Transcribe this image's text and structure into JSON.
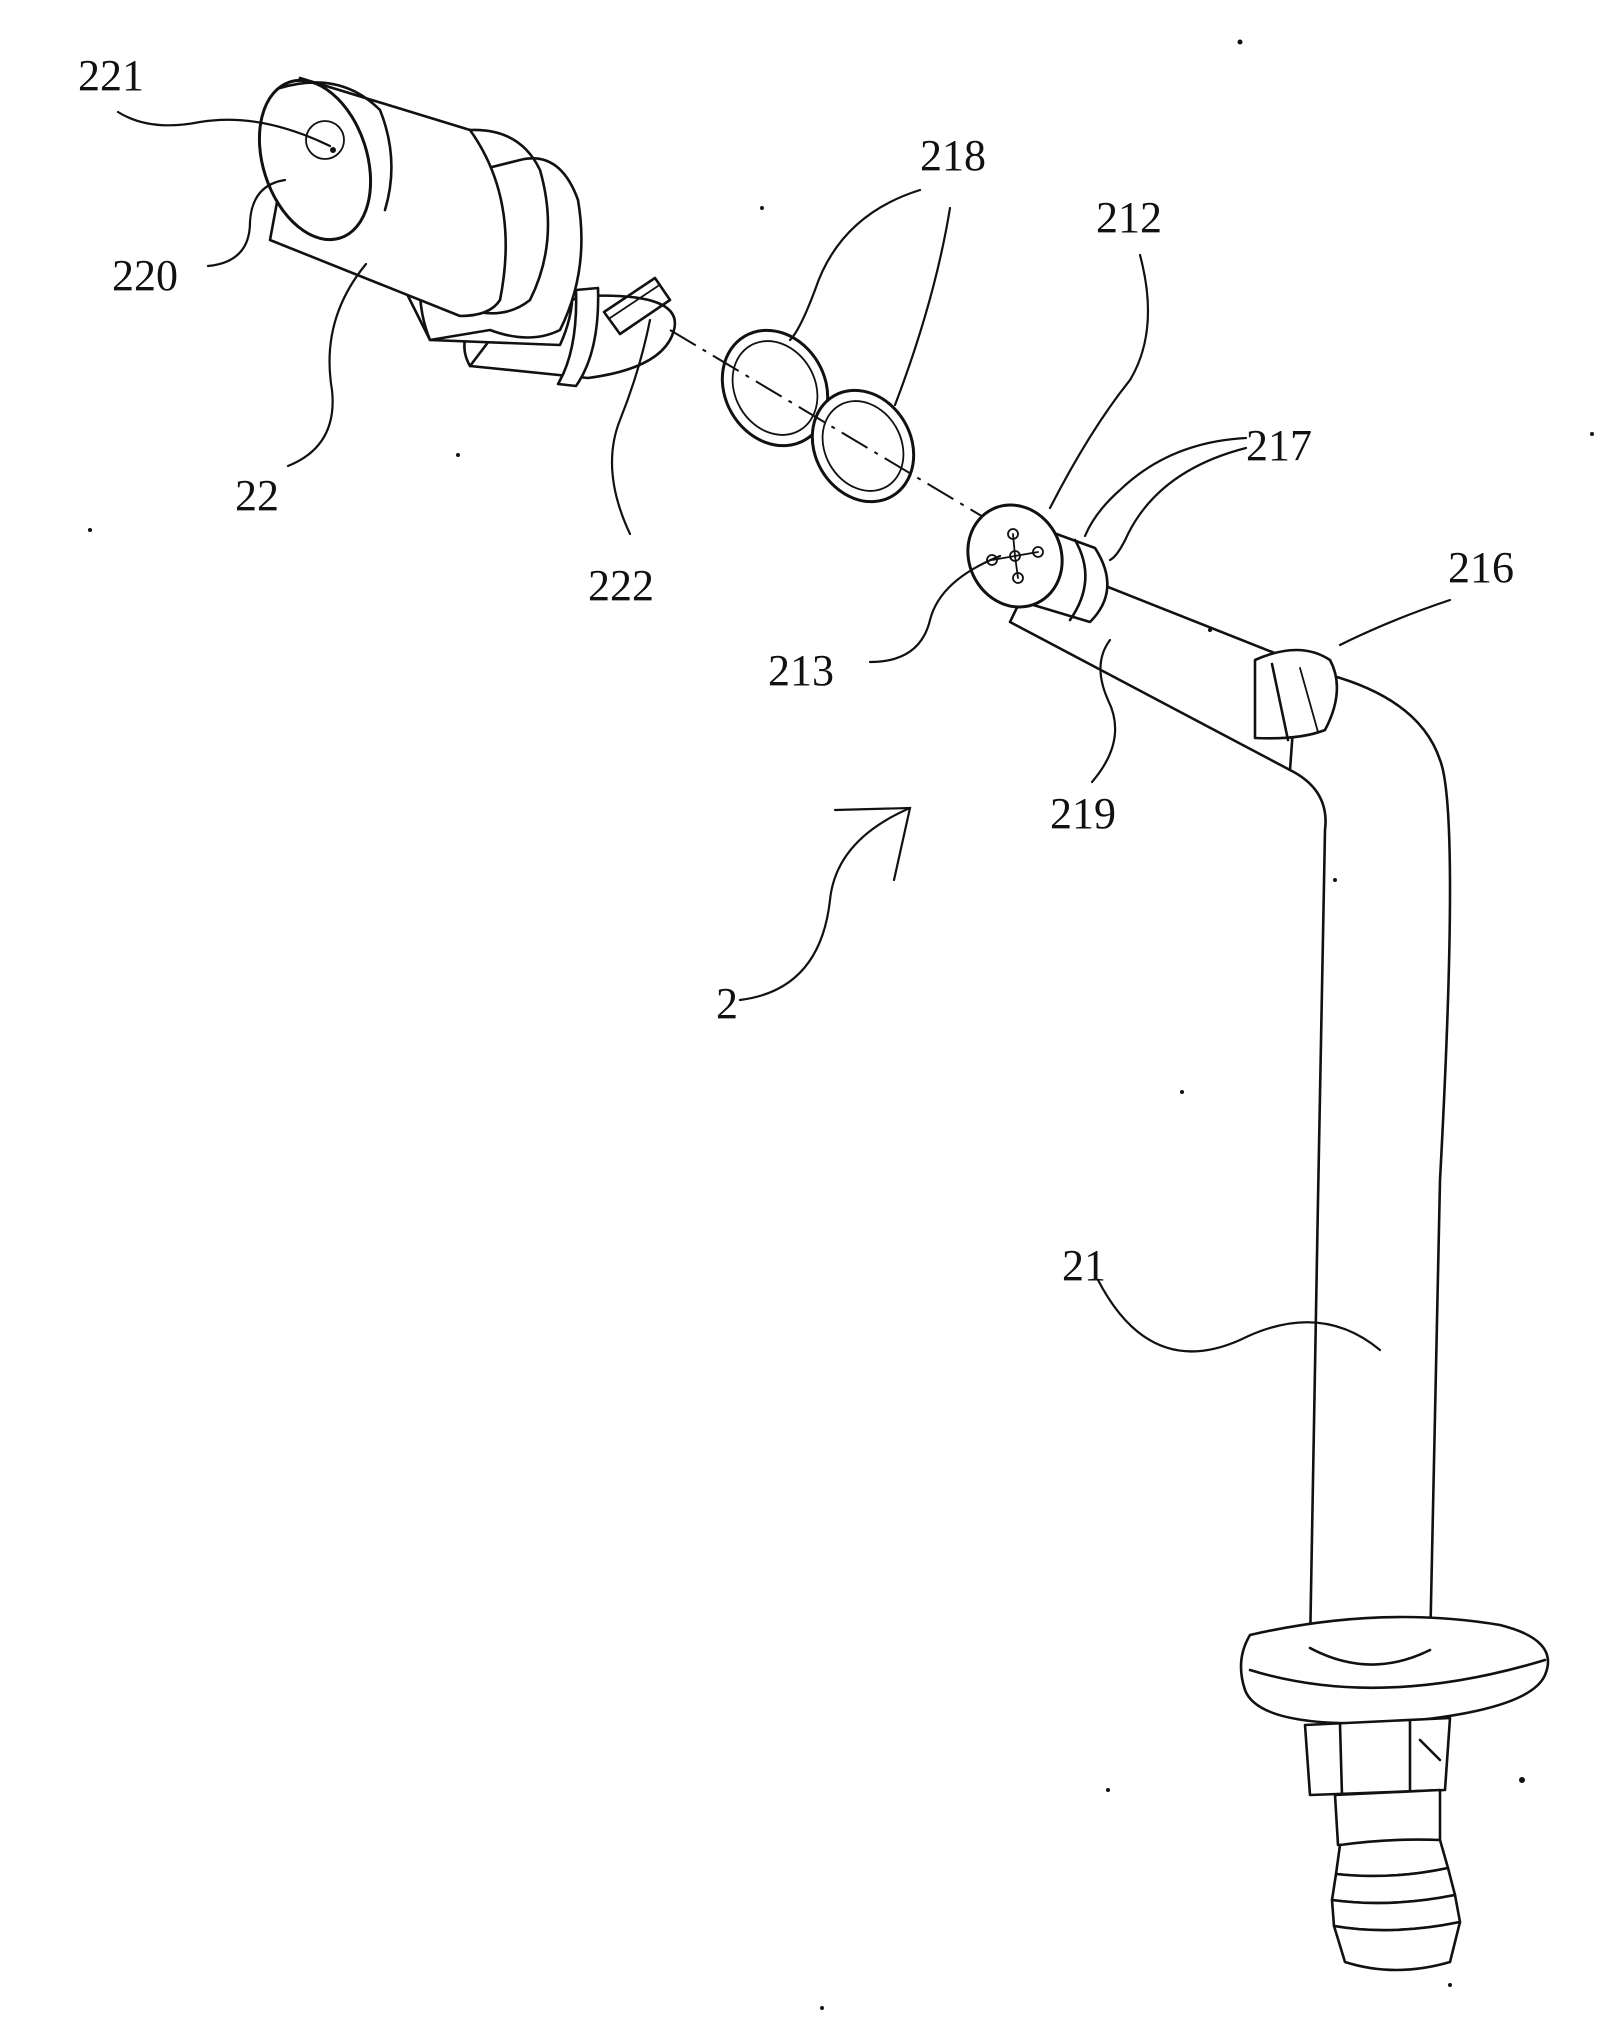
{
  "figure": {
    "reference_numerals": {
      "nozzle_head": "22",
      "nozzle_hole": "221",
      "nozzle_front_face": "220",
      "nozzle_slot": "222",
      "o_rings": "218",
      "tube_end_face": "212",
      "ring_grooves": "217",
      "spray_holes": "213",
      "tube_side_slot": "216",
      "tube_upper_section": "219",
      "tube_body": "21",
      "assembly": "2"
    }
  }
}
